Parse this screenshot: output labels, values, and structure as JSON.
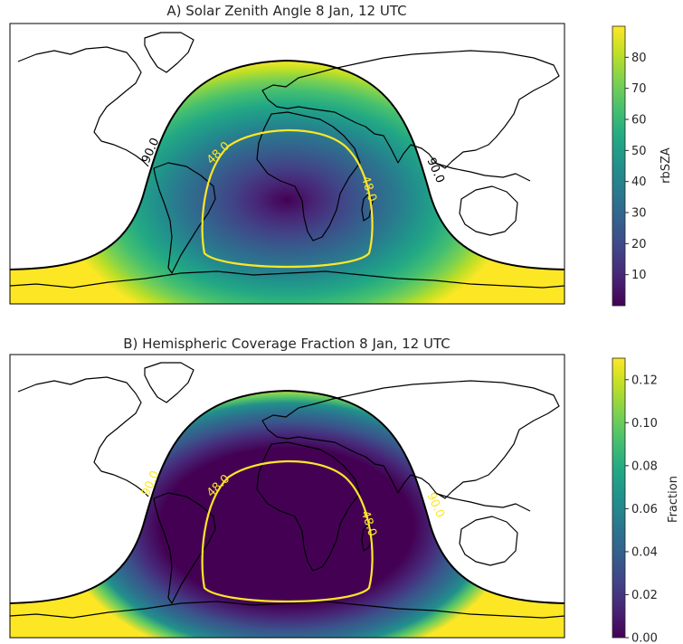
{
  "chart_data": [
    {
      "type": "heatmap",
      "title": "A) Solar Zenith Angle  8 Jan, 12 UTC",
      "map_projection": "PlateCarree, global",
      "field": "solar zenith angle over sunlit hemisphere",
      "subsolar_point": {
        "lon": 0,
        "lat": -22
      },
      "night_side": "white",
      "colormap": "viridis",
      "colorbar": {
        "label": "rbSZA",
        "range": [
          0,
          90
        ],
        "ticks": [
          "10",
          "20",
          "30",
          "40",
          "50",
          "60",
          "70",
          "80"
        ]
      },
      "contours": [
        {
          "value": 48,
          "label": "48.0",
          "color": "#fde725"
        },
        {
          "value": 90,
          "label": "90.0",
          "color": "#000000"
        }
      ]
    },
    {
      "type": "heatmap",
      "title": "B) Hemispheric Coverage Fraction  8 Jan, 12 UTC",
      "map_projection": "PlateCarree, global",
      "field": "hemispheric coverage fraction (0 inside 48° of subsolar point)",
      "subsolar_point": {
        "lon": 0,
        "lat": -22
      },
      "night_side": "white",
      "colormap": "viridis",
      "colorbar": {
        "label": "Fraction",
        "range": [
          0,
          0.13
        ],
        "ticks": [
          "0.00",
          "0.02",
          "0.04",
          "0.06",
          "0.08",
          "0.10",
          "0.12"
        ]
      },
      "contours": [
        {
          "value": 48,
          "label": "48.0",
          "color": "#fde725"
        },
        {
          "value": 90,
          "label": "90.0",
          "color": "#000000"
        }
      ]
    }
  ]
}
